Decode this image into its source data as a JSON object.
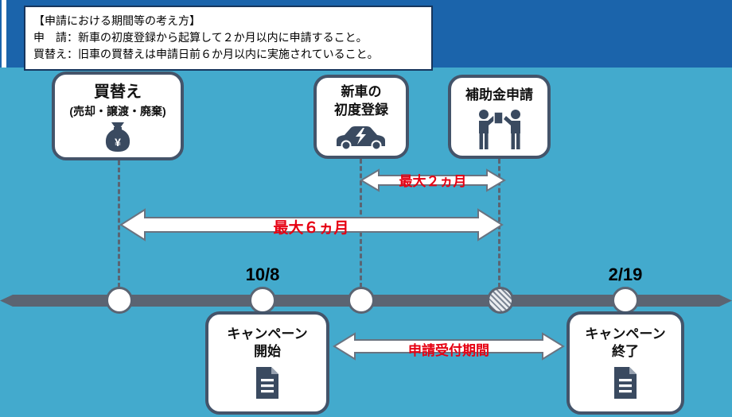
{
  "colors": {
    "top_band": "#1b64ab",
    "background": "#43aacd",
    "accent_red": "#e60012",
    "box_border": "#44546a",
    "timeline": "#5b6472",
    "icon_fill": "#3a4a60"
  },
  "header": {
    "title": "【申請における期間等の考え方】",
    "rule_apply": "申　請：新車の初度登録から起算して２か月以内に申請すること。",
    "rule_replace": "買替え：旧車の買替えは申請日前６か月以内に実施されていること。"
  },
  "nodes": {
    "replacement": {
      "title": "買替え",
      "subtitle": "(売却・譲渡・廃棄)",
      "icon": "money-bag-icon"
    },
    "new_car_registration": {
      "line1": "新車の",
      "line2": "初度登録",
      "icon": "ev-car-icon"
    },
    "subsidy_application": {
      "title": "補助金申請",
      "icon": "handover-people-icon"
    },
    "campaign_start": {
      "line1": "キャンペーン",
      "line2": "開始",
      "icon": "document-icon"
    },
    "campaign_end": {
      "line1": "キャンペーン",
      "line2": "終了",
      "icon": "document-icon"
    }
  },
  "spans": {
    "max_two_months": "最大２ヵ月",
    "max_six_months": "最大６ヵ月",
    "application_period": "申請受付期間"
  },
  "timeline": {
    "start_date": "10/8",
    "end_date": "2/19"
  }
}
